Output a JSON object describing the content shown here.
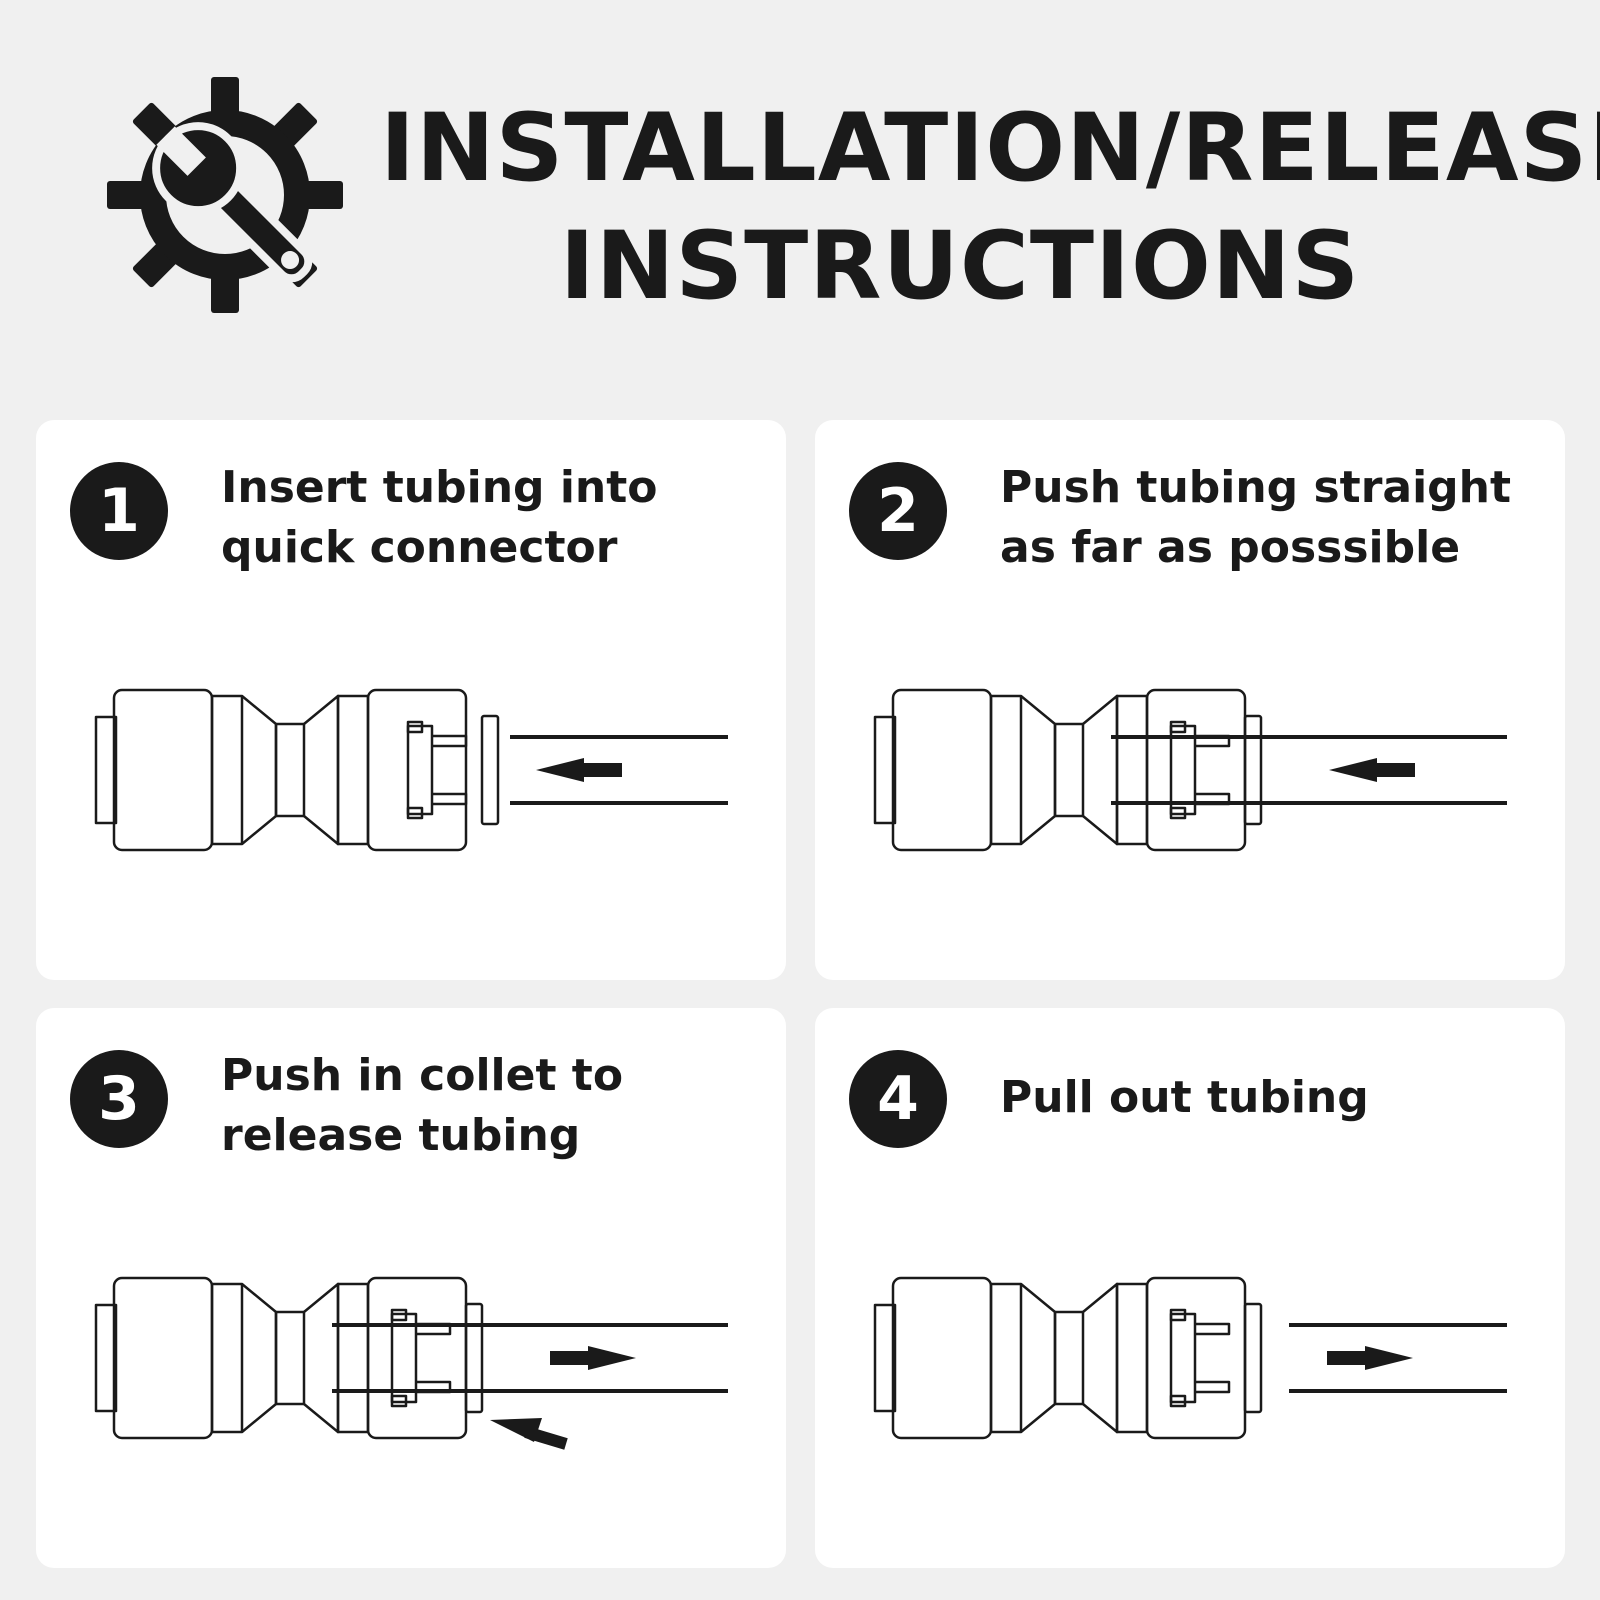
{
  "header": {
    "title_line1": "INSTALLATION/RELEASE",
    "title_line2": "INSTRUCTIONS",
    "icon": "gear-wrench-icon"
  },
  "steps": [
    {
      "number": "1",
      "text": "Insert tubing into quick connector",
      "diagram": "tubing-approaching-connector",
      "arrow": "left"
    },
    {
      "number": "2",
      "text": "Push tubing straight as far as posssible",
      "diagram": "tubing-inserted-in-connector",
      "arrow": "left"
    },
    {
      "number": "3",
      "text": "Push in collet to release tubing",
      "diagram": "collet-pushed-tubing-released",
      "arrow": "right"
    },
    {
      "number": "4",
      "text": "Pull out tubing",
      "diagram": "tubing-pulled-out",
      "arrow": "right"
    }
  ],
  "colors": {
    "background": "#f0f0f0",
    "card": "#ffffff",
    "ink": "#1a1a1a"
  }
}
